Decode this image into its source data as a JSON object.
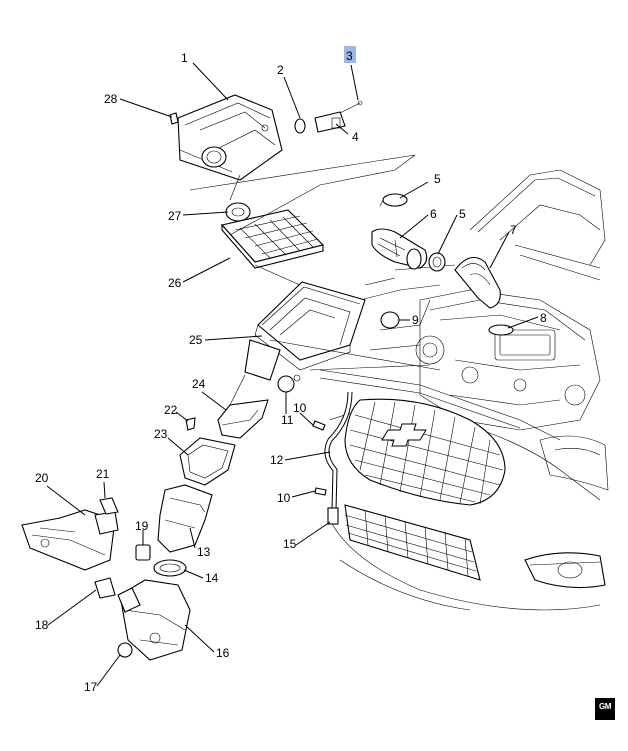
{
  "diagram": {
    "callouts": [
      "1",
      "2",
      "3",
      "4",
      "5",
      "6",
      "5",
      "7",
      "8",
      "9",
      "10",
      "11",
      "12",
      "10",
      "15",
      "28",
      "27",
      "26",
      "25",
      "24",
      "22",
      "23",
      "21",
      "20",
      "19",
      "13",
      "14",
      "18",
      "16",
      "17"
    ],
    "highlight_color": "#9db8e4",
    "logo": "GM"
  }
}
